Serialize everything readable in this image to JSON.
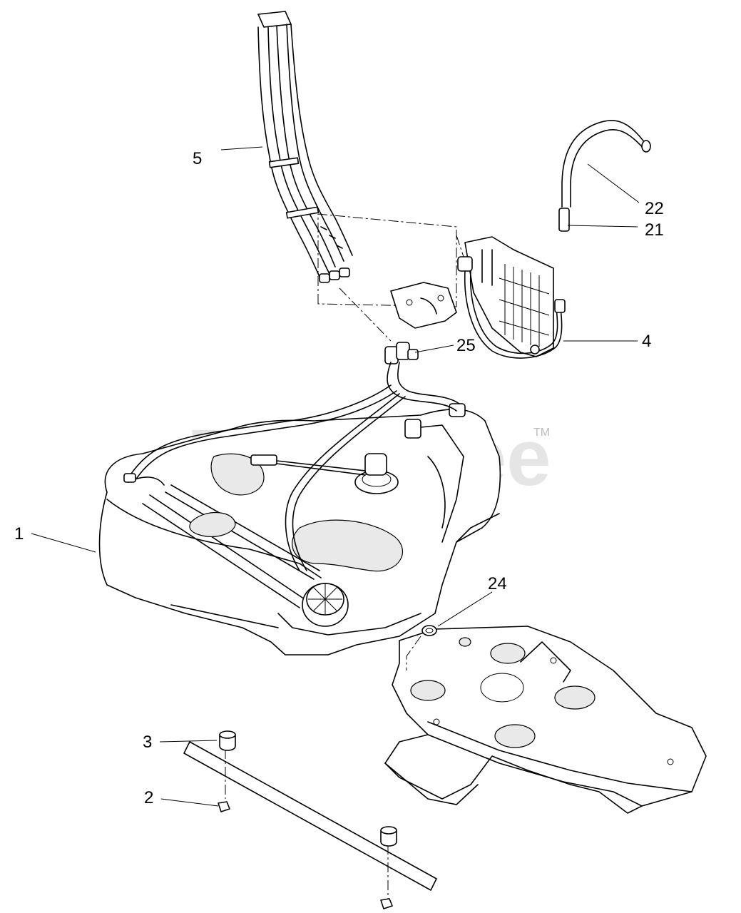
{
  "watermark": {
    "text": "PartsTree",
    "trademark": "TM"
  },
  "callouts": [
    {
      "id": "callout-1",
      "label": "1"
    },
    {
      "id": "callout-2",
      "label": "2"
    },
    {
      "id": "callout-3",
      "label": "3"
    },
    {
      "id": "callout-4",
      "label": "4"
    },
    {
      "id": "callout-5",
      "label": "5"
    },
    {
      "id": "callout-21",
      "label": "21"
    },
    {
      "id": "callout-22",
      "label": "22"
    },
    {
      "id": "callout-24",
      "label": "24"
    },
    {
      "id": "callout-25",
      "label": "25"
    }
  ]
}
